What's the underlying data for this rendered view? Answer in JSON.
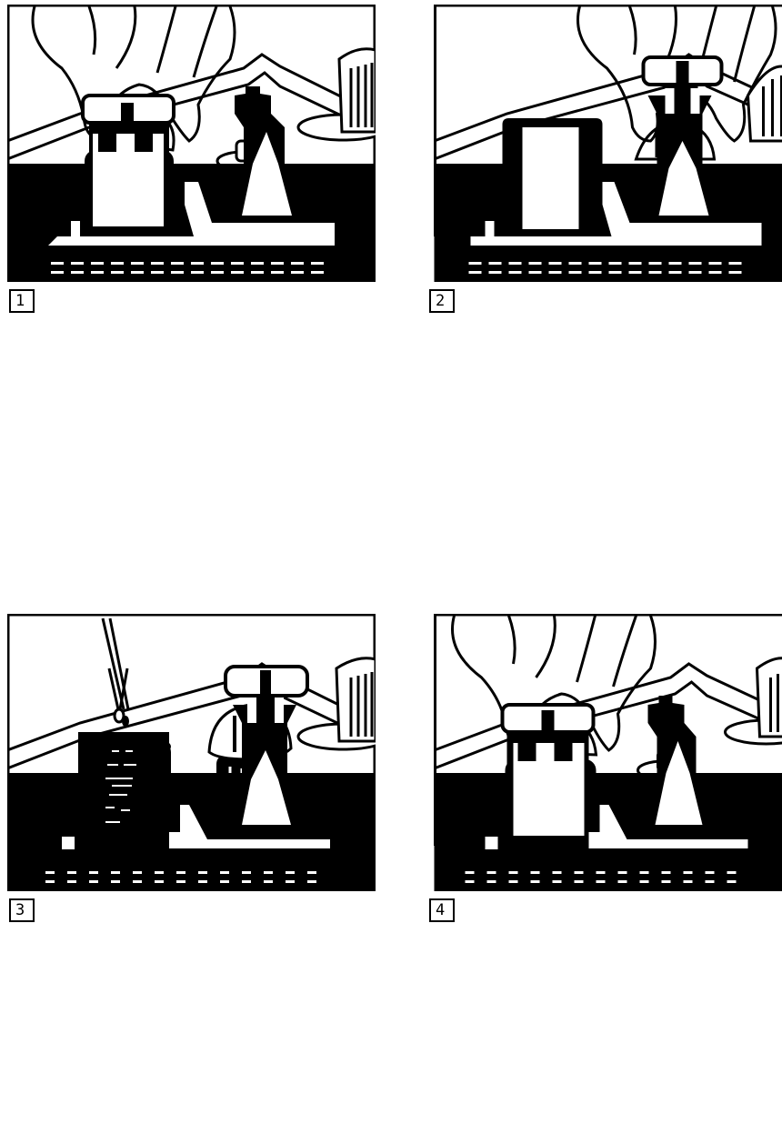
{
  "steps": [
    {
      "label": "1"
    },
    {
      "label": "2"
    },
    {
      "label": "3"
    },
    {
      "label": "4"
    }
  ],
  "colors": {
    "ink": "#000000",
    "paper": "#ffffff"
  }
}
